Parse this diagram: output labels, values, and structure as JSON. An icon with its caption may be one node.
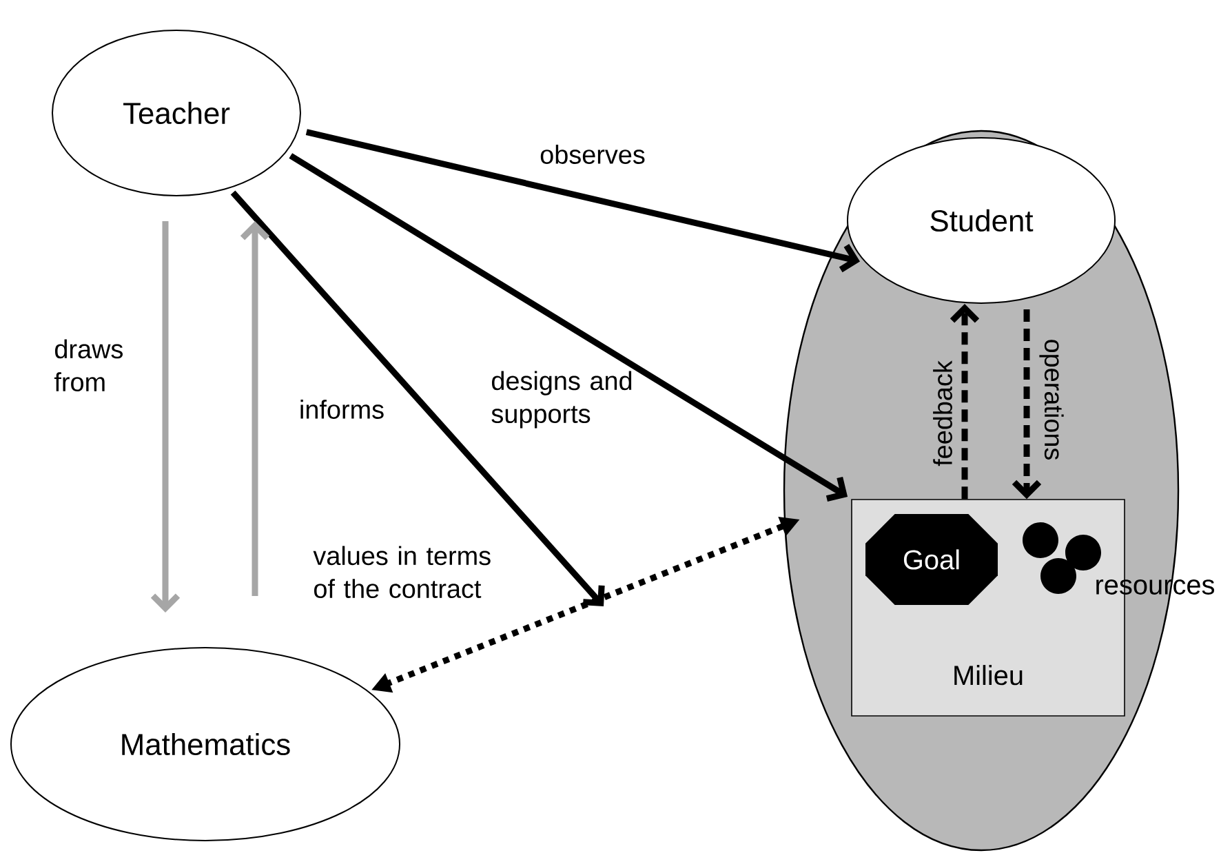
{
  "diagram": {
    "nodes": [
      {
        "text": [
          "Teacher"
        ]
      },
      {
        "text": [
          "Mathematics"
        ]
      },
      {
        "text": [],
        "shape": "ellipse"
      },
      {
        "text": [
          "Student"
        ],
        "in": 2
      },
      {
        "text": [
          "Milieu"
        ],
        "in": 2
      },
      {
        "text": [
          "Goal"
        ],
        "in": 4
      }
    ],
    "edges": [
      {
        "from": 0,
        "to": 3,
        "arrow": "to",
        "label": "observes"
      },
      {
        "from": 0,
        "to": 4,
        "arrow": "to",
        "label": "designs and supports"
      },
      {
        "from": 0,
        "to": null,
        "arrow": "to",
        "label": "values in terms of the contract"
      },
      {
        "from": 4,
        "to": 1,
        "arrow": "both",
        "style": "dashed"
      },
      {
        "from": 0,
        "to": 1,
        "arrow": "to",
        "label": "draws from",
        "color": "#a6a6a6"
      },
      {
        "from": 1,
        "to": 0,
        "arrow": "to",
        "label": "informs",
        "color": "#a6a6a6"
      },
      {
        "from": 4,
        "to": 3,
        "arrow": "to",
        "label": "feedback",
        "style": "dashed"
      },
      {
        "from": 3,
        "to": 4,
        "arrow": "to",
        "label": "operations",
        "style": "dashed"
      }
    ],
    "labels": [
      "resources"
    ]
  }
}
